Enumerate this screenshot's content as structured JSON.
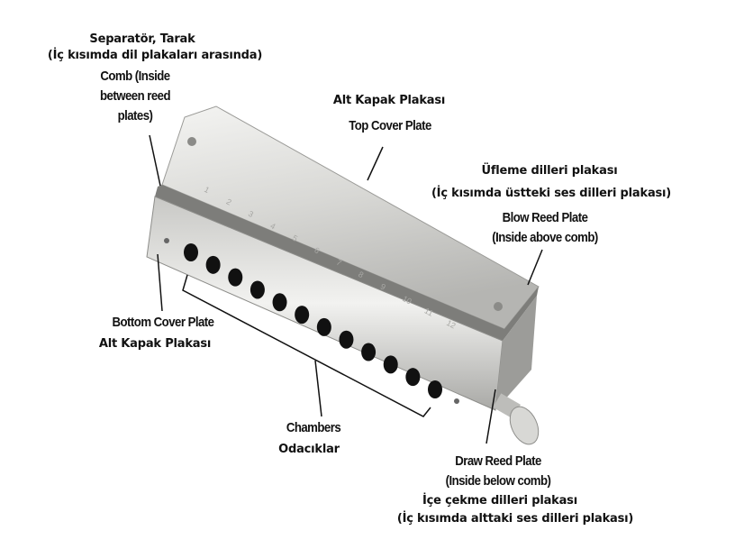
{
  "labels": {
    "comb_tr_title": "Separatör, Tarak",
    "comb_tr_sub": "(İç kısımda dil plakaları arasında)",
    "comb_en_1": "Comb (Inside",
    "comb_en_2": "between reed",
    "comb_en_3": "plates)",
    "top_tr": "Alt Kapak Plakası",
    "top_en": "Top Cover Plate",
    "blow_tr_title": "Üfleme dilleri plakası",
    "blow_tr_sub": "(İç kısımda üstteki ses dilleri plakası)",
    "blow_en_1": "Blow Reed Plate",
    "blow_en_2": "(Inside above comb)",
    "bottom_en": "Bottom Cover Plate",
    "bottom_tr": "Alt Kapak Plakası",
    "chambers_en": "Chambers",
    "chambers_tr": "Odacıklar",
    "draw_en_1": "Draw Reed Plate",
    "draw_en_2": "(Inside below comb)",
    "draw_tr_title": "İçe çekme dilleri plakası",
    "draw_tr_sub": "(İç kısımda alttaki ses dilleri plakası)"
  },
  "harmonica": {
    "hole_numbers": [
      "1",
      "2",
      "3",
      "4",
      "5",
      "6",
      "7",
      "8",
      "9",
      "10",
      "11",
      "12"
    ],
    "body_color": "#d9d9d6",
    "hole_color": "#111111"
  }
}
